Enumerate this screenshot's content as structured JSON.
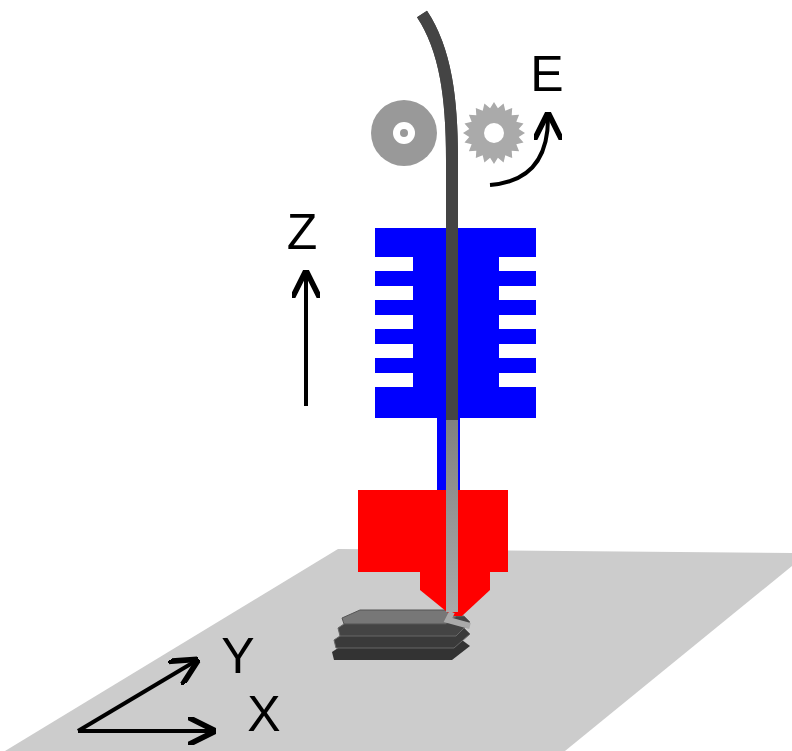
{
  "diagram": {
    "labels": [
      "E",
      "Z",
      "Y",
      "X"
    ]
  }
}
